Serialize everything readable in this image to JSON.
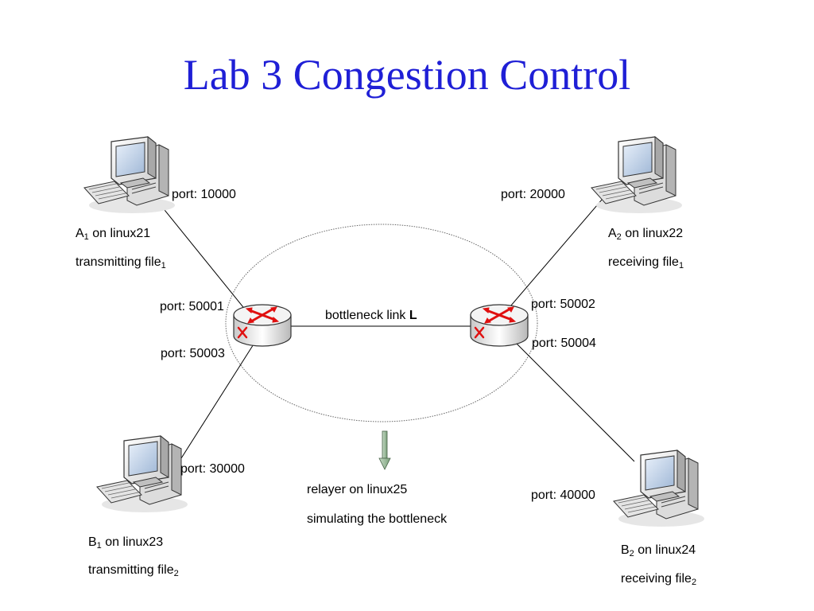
{
  "title": "Lab 3 Congestion Control",
  "colors": {
    "title": "#1f1fd6",
    "router_arrow": "#e01010",
    "link": "#000000",
    "cloud": "#555555"
  },
  "icons": {
    "host": "computer-icon",
    "router": "router-icon",
    "pointer": "down-arrow-icon"
  },
  "hosts": {
    "a1": {
      "name": "A",
      "sub": "1",
      "machine": " on linux21",
      "role": "transmitting file",
      "role_sub": "1",
      "port": "port: 10000"
    },
    "a2": {
      "name": "A",
      "sub": "2",
      "machine": " on linux22",
      "role": "receiving file",
      "role_sub": "1",
      "port": "port: 20000"
    },
    "b1": {
      "name": "B",
      "sub": "1",
      "machine": " on linux23",
      "role": "transmitting file",
      "role_sub": "2",
      "port": "port: 30000"
    },
    "b2": {
      "name": "B",
      "sub": "2",
      "machine": " on linux24",
      "role": "receiving file",
      "role_sub": "2",
      "port": "port: 40000"
    }
  },
  "router_ports": {
    "left_top": "port: 50001",
    "left_bottom": "port: 50003",
    "right_top": "port: 50002",
    "right_bottom": "port: 50004"
  },
  "link": {
    "text": "bottleneck link ",
    "name": "L"
  },
  "relayer": {
    "line1": "relayer on linux25",
    "line2": "simulating the bottleneck"
  }
}
